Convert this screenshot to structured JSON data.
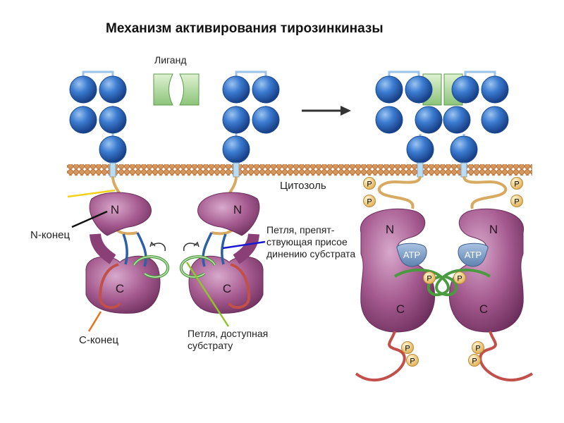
{
  "title": "Механизм активирования тирозинкиназы",
  "labels": {
    "ligand": "Лиганд",
    "cytosol": "Цитозоль",
    "n_terminus": "N-конец",
    "c_terminus": "С-конец",
    "loop_block_1": "Петля, препят-",
    "loop_block_2": "ствующая присое",
    "loop_block_3": "динению субстрата",
    "loop_access_1": "Петля, доступная",
    "loop_access_2": "субстрату",
    "n": "N",
    "c": "C",
    "atp": "ATP",
    "p": "P"
  },
  "colors": {
    "domain_blue": "#2f6fc0",
    "ligand_green": "#b8dca6",
    "kinase_purple": "#9b4f86",
    "membrane": "#d89a62",
    "loop_green": "#4a9a3f",
    "loop_blue": "#2b5fa6",
    "c_term_red": "#c2504a",
    "n_term_tan": "#d8a960",
    "p_yellow": "#f0cf7c"
  }
}
